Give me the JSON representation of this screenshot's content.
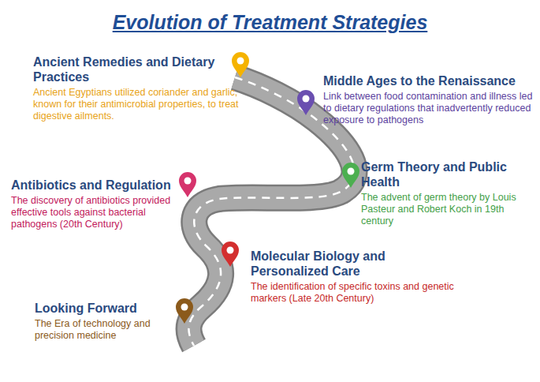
{
  "diagram": {
    "title": "Evolution of Treatment Strategies",
    "nodes": [
      {
        "text": [
          "Ancient Remedies and Dietary Practices",
          "Ancient Egyptians utilized coriander and garlic, known for their antimicrobial properties, to treat digestive ailments."
        ]
      },
      {
        "text": [
          "Middle Ages to the Renaissance",
          "Link between food contamination and illness led to dietary regulations that inadvertently reduced exposure to pathogens"
        ]
      },
      {
        "text": [
          "Germ Theory and Public Health",
          "The advent of germ theory by Louis Pasteur and Robert Koch in 19th century"
        ]
      },
      {
        "text": [
          "Antibiotics and Regulation",
          "The discovery of antibiotics provided effective tools against bacterial pathogens (20th Century)"
        ]
      },
      {
        "text": [
          "Molecular Biology and Personalized Care",
          "The identification of specific toxins and genetic markers (Late 20th Century)"
        ]
      },
      {
        "text": [
          "Looking Forward",
          "The Era of technology and precision medicine"
        ]
      }
    ]
  }
}
